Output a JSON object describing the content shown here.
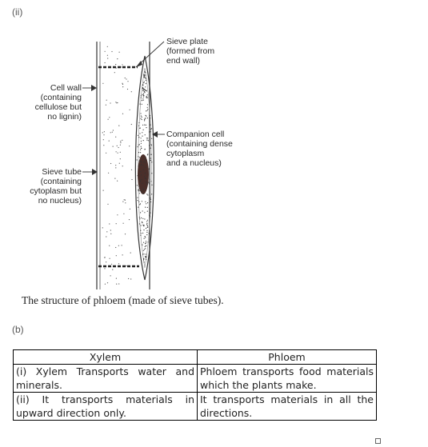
{
  "part_ii_marker": "(ii)",
  "part_b_marker": "(b)",
  "diagram": {
    "labels": {
      "sieve_plate": "Sieve plate\n(formed from\nend wall)",
      "cell_wall": "Cell wall\n(containing\ncellulose but\nno lignin)",
      "companion_cell": "Companion cell\n(containing dense\ncytoplasm\nand a nucleus)",
      "sieve_tube": "Sieve tube\n(containing\ncytoplasm but\nno nucleus)"
    },
    "caption": "The structure of phloem (made of sieve tubes)."
  },
  "table": {
    "headers": [
      "Xylem",
      "Phloem"
    ],
    "rows": [
      [
        "(i) Xylem Transports water and minerals.",
        "Phloem transports food materials which the plants make."
      ],
      [
        "(ii) It transports materials in upward direction only.",
        "It transports materials in all the directions."
      ]
    ]
  }
}
